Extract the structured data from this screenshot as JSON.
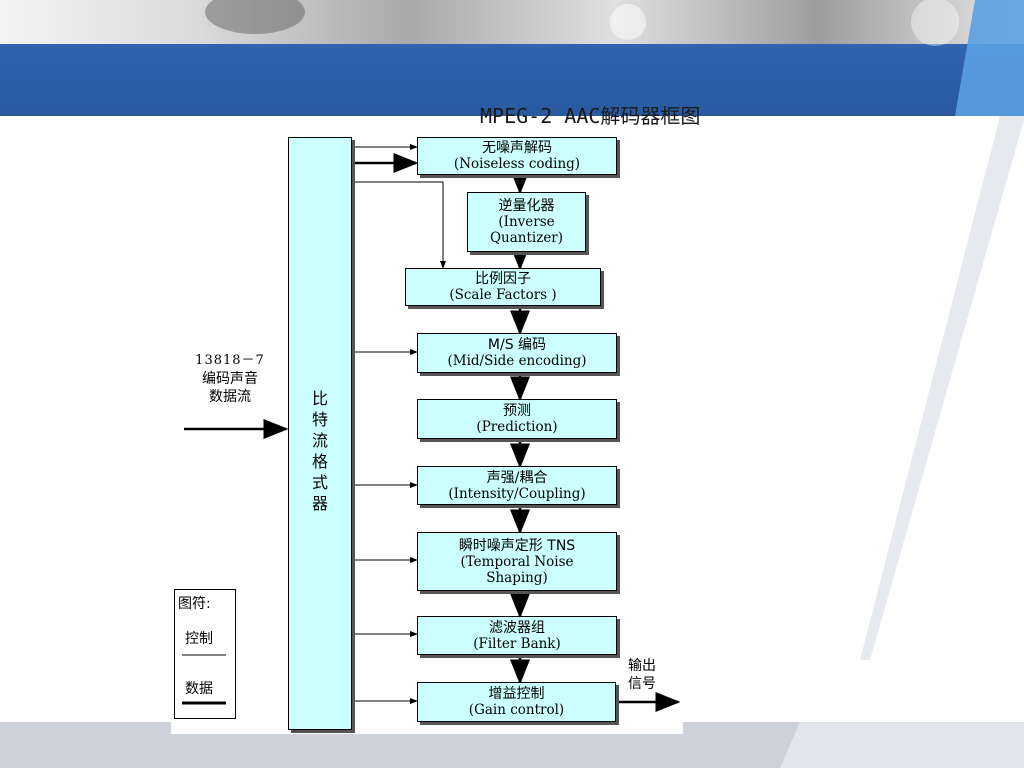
{
  "title": "MPEG-2 AAC解码器框图",
  "input": {
    "line1": "13818－7",
    "line2": "编码声音",
    "line3": "数据流"
  },
  "bitstream_formatter": "比\n特\n流\n格\n式\n器",
  "blocks": [
    {
      "cn": "无噪声解码",
      "en": "(Noiseless coding)"
    },
    {
      "cn": "逆量化器",
      "en": "(Inverse",
      "en2": "Quantizer)"
    },
    {
      "cn": "比例因子",
      "en": "(Scale Factors )"
    },
    {
      "cn": "M/S 编码",
      "en": "(Mid/Side encoding)"
    },
    {
      "cn": "预测",
      "en": "(Prediction)"
    },
    {
      "cn": "声强/耦合",
      "en": "(Intensity/Coupling)"
    },
    {
      "cn": "瞬时噪声定形 TNS",
      "en": "(Temporal Noise",
      "en2": "Shaping)"
    },
    {
      "cn": "滤波器组",
      "en": "(Filter Bank)"
    },
    {
      "cn": "增益控制",
      "en": "(Gain control)"
    }
  ],
  "output": {
    "line1": "输出",
    "line2": "信号"
  },
  "legend": {
    "title": "图符:",
    "control": "控制",
    "data": "数据"
  }
}
